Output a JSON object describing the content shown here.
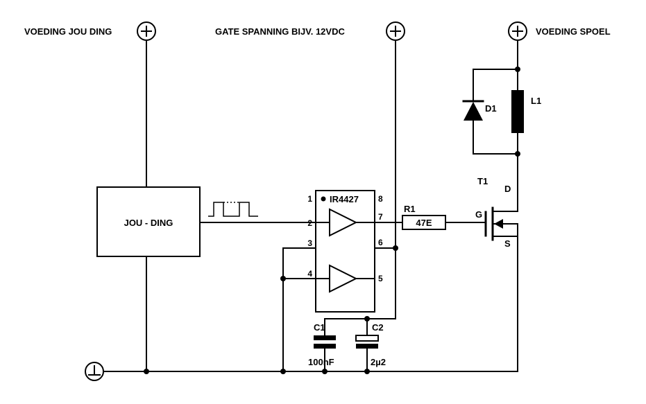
{
  "supplies": {
    "left": {
      "label": "VOEDING JOU DING"
    },
    "mid": {
      "label": "GATE SPANNING BIJV. 12VDC"
    },
    "right": {
      "label": "VOEDING SPOEL"
    }
  },
  "block": {
    "label": "JOU - DING"
  },
  "ic": {
    "name": "IR4427",
    "pin1": "1",
    "pin2": "2",
    "pin3": "3",
    "pin4": "4",
    "pin5": "5",
    "pin6": "6",
    "pin7": "7",
    "pin8": "8"
  },
  "resistor": {
    "ref": "R1",
    "value": "47E"
  },
  "mosfet": {
    "ref": "T1",
    "drain": "D",
    "gate": "G",
    "source": "S"
  },
  "diode": {
    "ref": "D1"
  },
  "inductor": {
    "ref": "L1"
  },
  "cap1": {
    "ref": "C1",
    "value": "100nF"
  },
  "cap2": {
    "ref": "C2",
    "value": "2µ2"
  },
  "colors": {
    "line": "#000000",
    "background": "#ffffff"
  }
}
